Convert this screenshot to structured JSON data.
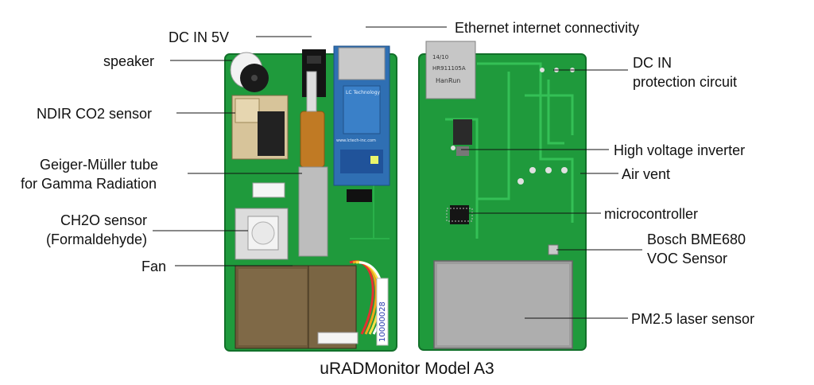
{
  "title": "uRADMonitor Model A3",
  "colors": {
    "pcb": "#1f9a3c",
    "pcb_dark": "#12702a",
    "trace": "#2ab04a",
    "metal": "#b8b8b8",
    "ethernet_board": "#2f6fb3",
    "leader_line": "#111111"
  },
  "front_labels": {
    "dc_in": "DC IN 5V",
    "speaker": "speaker",
    "ndir": "NDIR CO2 sensor",
    "geiger_line1": "Geiger-Müller tube",
    "geiger_line2": "for Gamma Radiation",
    "ch2o_line1": "CH2O sensor",
    "ch2o_line2": "(Formaldehyde)",
    "fan": "Fan"
  },
  "back_labels": {
    "ethernet": "Ethernet internet connectivity",
    "dc_protect_line1": "DC IN",
    "dc_protect_line2": "protection circuit",
    "hv_inverter": "High voltage inverter",
    "air_vent": "Air vent",
    "microcontroller": "microcontroller",
    "bme_line1": "Bosch BME680",
    "bme_line2": "VOC Sensor",
    "pm25": "PM2.5 laser sensor"
  },
  "board_markings": {
    "ethernet_module": "LC Technology",
    "ethernet_url": "www.lctech-inc.com",
    "jack_brand": "HanRun",
    "jack_part": "HR911105A",
    "jack_code": "14/10",
    "serial_sticker": "10000028"
  }
}
